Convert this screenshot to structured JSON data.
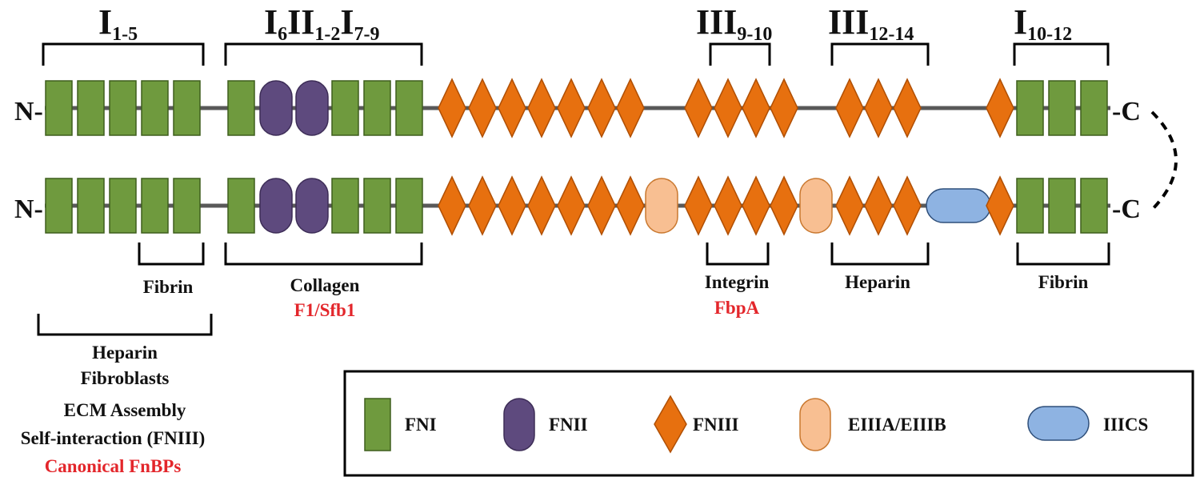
{
  "colors": {
    "fn1": "#6f9a3e",
    "fn1_stroke": "#3e5e1d",
    "fn2": "#5e4a7e",
    "fn2_stroke": "#3d2d57",
    "fn3": "#e7700f",
    "fn3_stroke": "#b04f04",
    "eiii": "#f8bf92",
    "eiii_stroke": "#c9782f",
    "iiics": "#8eb3e2",
    "iiics_stroke": "#2f4f7a",
    "line": "#595959",
    "red_text": "#e3262b"
  },
  "termini": {
    "n": "N-",
    "c": "-C"
  },
  "top_labels": [
    {
      "parts": [
        {
          "t": "I"
        },
        {
          "t": "1-5",
          "sub": true
        }
      ]
    },
    {
      "parts": [
        {
          "t": "I"
        },
        {
          "t": "6",
          "sub": true
        },
        {
          "t": "II"
        },
        {
          "t": "1-2",
          "sub": true
        },
        {
          "t": "I"
        },
        {
          "t": "7-9",
          "sub": true
        }
      ]
    },
    {
      "parts": [
        {
          "t": "III"
        },
        {
          "t": "9-10",
          "sub": true
        }
      ]
    },
    {
      "parts": [
        {
          "t": "III"
        },
        {
          "t": "12-14",
          "sub": true
        }
      ]
    },
    {
      "parts": [
        {
          "t": "I"
        },
        {
          "t": "10-12",
          "sub": true
        }
      ]
    }
  ],
  "binding": {
    "fibrin_left": "Fibrin",
    "collagen": "Collagen",
    "collagen_binder": "F1/Sfb1",
    "integrin": "Integrin",
    "integrin_binder": "FbpA",
    "heparin_mid": "Heparin",
    "fibrin_right": "Fibrin",
    "n_terminal_lines": [
      "Heparin",
      "Fibroblasts",
      "ECM Assembly",
      "Self-interaction (FNIII)"
    ],
    "n_terminal_binder": "Canonical FnBPs"
  },
  "legend": [
    {
      "label": "FNI",
      "icon": "green-rectangle-icon"
    },
    {
      "label": "FNII",
      "icon": "purple-capsule-icon"
    },
    {
      "label": "FNIII",
      "icon": "orange-diamond-icon"
    },
    {
      "label": "EIIIA/EIIIB",
      "icon": "peach-capsule-icon"
    },
    {
      "label": "IIICS",
      "icon": "blue-capsule-icon"
    }
  ]
}
